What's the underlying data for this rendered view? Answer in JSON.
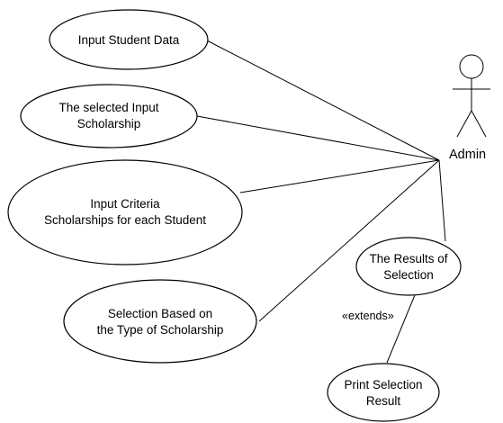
{
  "actor": {
    "name": "Admin"
  },
  "use_cases": [
    {
      "id": "input-student-data",
      "lines": [
        "Input Student Data"
      ]
    },
    {
      "id": "selected-input-scholarship",
      "lines": [
        "The selected Input",
        "Scholarship"
      ]
    },
    {
      "id": "input-criteria",
      "lines": [
        "Input Criteria",
        "Scholarships for each Student"
      ]
    },
    {
      "id": "selection-based-on-type",
      "lines": [
        "Selection Based on",
        "the Type of Scholarship"
      ]
    },
    {
      "id": "results-of-selection",
      "lines": [
        "The Results of",
        "Selection"
      ]
    },
    {
      "id": "print-selection-result",
      "lines": [
        "Print Selection",
        "Result"
      ]
    }
  ],
  "relationships": [
    {
      "stereotype": "«extends»"
    }
  ]
}
